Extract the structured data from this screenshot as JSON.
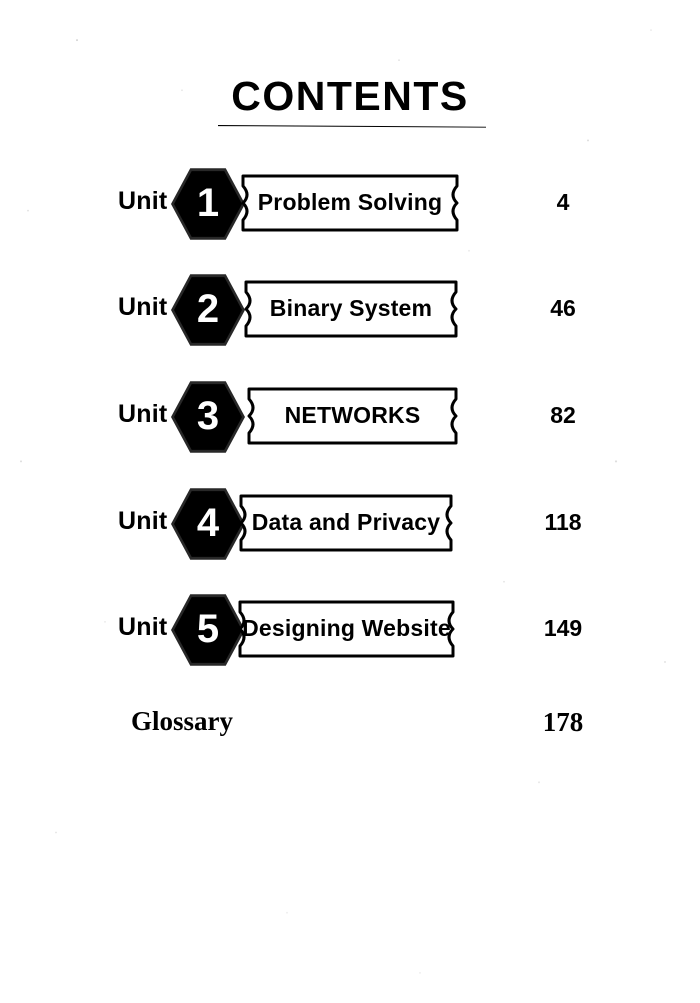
{
  "document": {
    "title": "CONTENTS",
    "unit_word": "Unit",
    "ink_color": "#000000",
    "paper_color": "#ffffff"
  },
  "contents": {
    "entries": [
      {
        "unit_label": "Unit",
        "number": "1",
        "title": "Problem Solving",
        "page": "4"
      },
      {
        "unit_label": "Unit",
        "number": "2",
        "title": "Binary System",
        "page": "46"
      },
      {
        "unit_label": "Unit",
        "number": "3",
        "title": "NETWORKS",
        "page": "82"
      },
      {
        "unit_label": "Unit",
        "number": "4",
        "title": "Data and Privacy",
        "page": "118"
      },
      {
        "unit_label": "Unit",
        "number": "5",
        "title": "Designing Website",
        "page": "149"
      }
    ],
    "glossary": {
      "title": "Glossary",
      "page": "178"
    }
  }
}
